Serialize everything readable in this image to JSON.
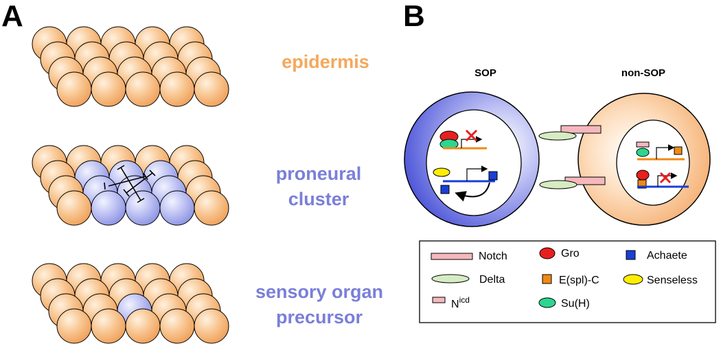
{
  "panels": {
    "a": "A",
    "b": "B"
  },
  "colors": {
    "epidermal_cell": "#f7c089",
    "proneural_cell": "#b6b9ef",
    "epidermis_text": "#f5a85b",
    "proneural_text": "#7a7fd8",
    "sop_text": "#7a7fd8",
    "sop_cell": "#5b62dd",
    "nonsop_cell": "#f6b06e",
    "notch": "#f4b8bd",
    "delta": "#d6ecc2",
    "gro": "#e81f1f",
    "suh": "#2bd68f",
    "achaete": "#1a3fd6",
    "espl": "#f08a14",
    "senseless": "#ffee00",
    "cross": "#e81f1f"
  },
  "panel_a": {
    "stages": [
      {
        "label_lines": [
          "epidermis"
        ],
        "highlighted": []
      },
      {
        "label_lines": [
          "proneural",
          "cluster"
        ],
        "highlighted": [
          [
            1,
            1
          ],
          [
            1,
            2
          ],
          [
            1,
            3
          ],
          [
            2,
            1
          ],
          [
            2,
            2
          ],
          [
            2,
            3
          ],
          [
            3,
            1
          ],
          [
            3,
            2
          ],
          [
            3,
            3
          ]
        ]
      },
      {
        "label_lines": [
          "sensory organ",
          "precursor"
        ],
        "highlighted": [
          [
            2,
            2
          ]
        ]
      }
    ],
    "grid_rows": 4,
    "grid_cols": 5
  },
  "panel_b": {
    "sop_label": "SOP",
    "nonsop_label": "non-SOP",
    "legend": {
      "notch": "Notch",
      "delta": "Delta",
      "nicd_base": "N",
      "nicd_sup": "icd",
      "gro": "Gro",
      "espl": "E(spl)-C",
      "suh": "Su(H)",
      "achaete": "Achaete",
      "senseless": "Senseless"
    }
  }
}
